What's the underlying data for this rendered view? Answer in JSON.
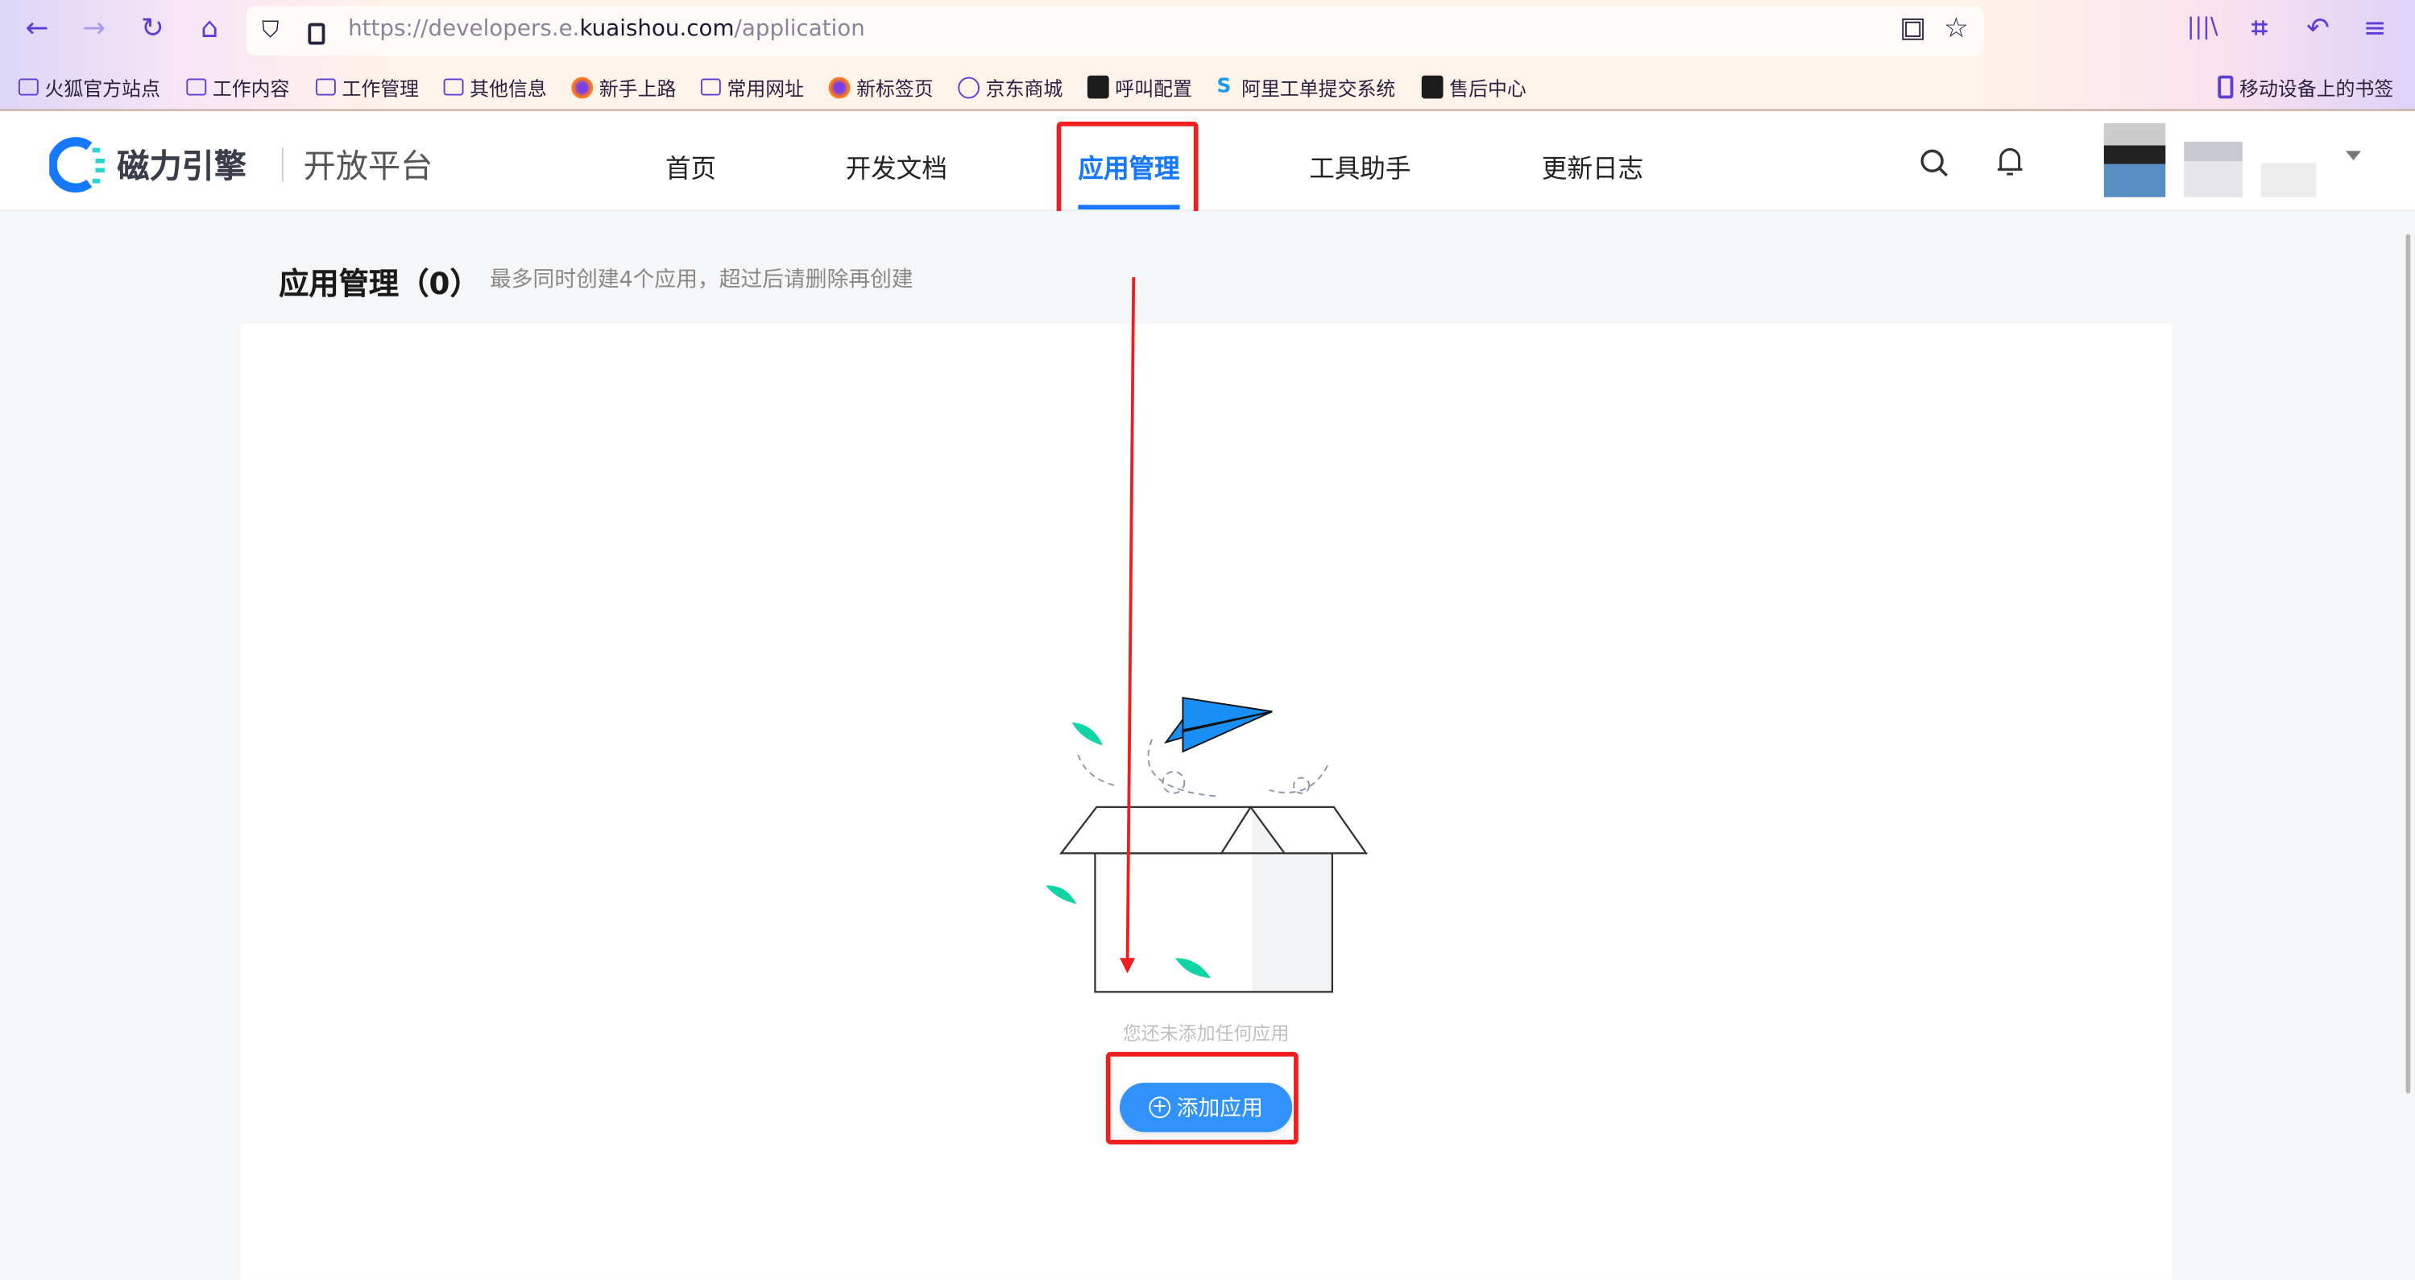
{
  "browser": {
    "url_prefix": "https://developers.e.",
    "url_domain": "kuaishou.com",
    "url_path": "/application",
    "bookmarks": [
      {
        "label": "火狐官方站点",
        "icon": "folder-icon"
      },
      {
        "label": "工作内容",
        "icon": "folder-icon"
      },
      {
        "label": "工作管理",
        "icon": "folder-icon"
      },
      {
        "label": "其他信息",
        "icon": "folder-icon"
      },
      {
        "label": "新手上路",
        "icon": "firefox-icon"
      },
      {
        "label": "常用网址",
        "icon": "folder-icon"
      },
      {
        "label": "新标签页",
        "icon": "firefox-icon"
      },
      {
        "label": "京东商城",
        "icon": "globe-icon"
      },
      {
        "label": "呼叫配置",
        "icon": "cloud-icon"
      },
      {
        "label": "阿里工单提交系统",
        "icon": "ali-icon"
      },
      {
        "label": "售后中心",
        "icon": "cloud-icon"
      }
    ],
    "mobile_bookmarks": "移动设备上的书签"
  },
  "header": {
    "brand": "磁力引擎",
    "subbrand": "开放平台",
    "nav": [
      "首页",
      "开发文档",
      "应用管理",
      "工具助手",
      "更新日志"
    ],
    "active_nav": "应用管理"
  },
  "page": {
    "title": "应用管理",
    "count": "（0）",
    "hint": "最多同时创建4个应用，超过后请删除再创建",
    "empty_text": "您还未添加任何应用",
    "add_button": "添加应用"
  },
  "colors": {
    "accent": "#1677ff",
    "button": "#3192fb",
    "annotation": "#f01e1e",
    "leaf": "#0fd4a5"
  }
}
